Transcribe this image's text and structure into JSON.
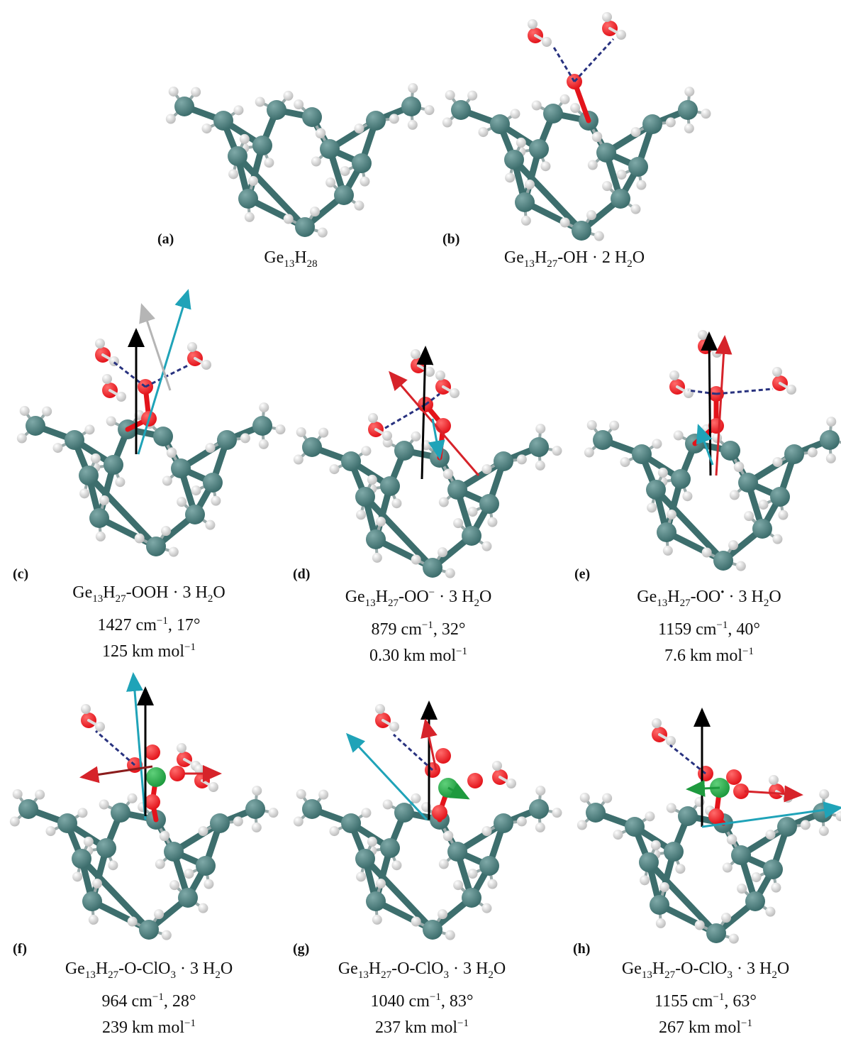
{
  "colors": {
    "germanium": "#3d6e6d",
    "hydrogen": "#eeeeee",
    "oxygen": "#e3141b",
    "chlorine": "#1e9a3e",
    "hbond": "#28327f",
    "vector_black": "#000000",
    "vector_cyan": "#1fa3b8",
    "vector_red": "#d6232a",
    "vector_grey": "#b5b5b5",
    "vector_green": "#1e9a3e"
  },
  "panels": [
    {
      "id": "a",
      "label": "(a)",
      "formula_html": "Ge<sub>13</sub>H<sub>28</sub>",
      "freq": "",
      "intensity": ""
    },
    {
      "id": "b",
      "label": "(b)",
      "formula_html": "Ge<sub>13</sub>H<sub>27</sub>-OH · 2 H<sub>2</sub>O",
      "freq": "",
      "intensity": ""
    },
    {
      "id": "c",
      "label": "(c)",
      "formula_html": "Ge<sub>13</sub>H<sub>27</sub>-OOH · 3 H<sub>2</sub>O",
      "freq_html": "1427 cm<sup>−1</sup>, 17°",
      "intensity_html": "125 km mol<sup>−1</sup>"
    },
    {
      "id": "d",
      "label": "(d)",
      "formula_html": "Ge<sub>13</sub>H<sub>27</sub>-OO<sup>−</sup> · 3 H<sub>2</sub>O",
      "freq_html": "879 cm<sup>−1</sup>, 32°",
      "intensity_html": "0.30 km mol<sup>−1</sup>"
    },
    {
      "id": "e",
      "label": "(e)",
      "formula_html": "Ge<sub>13</sub>H<sub>27</sub>-OO<sup>•</sup> · 3 H<sub>2</sub>O",
      "freq_html": "1159 cm<sup>−1</sup>, 40°",
      "intensity_html": "7.6 km mol<sup>−1</sup>"
    },
    {
      "id": "f",
      "label": "(f)",
      "formula_html": "Ge<sub>13</sub>H<sub>27</sub>-O-ClO<sub>3</sub> · 3 H<sub>2</sub>O",
      "freq_html": "964 cm<sup>−1</sup>, 28°",
      "intensity_html": "239 km mol<sup>−1</sup>"
    },
    {
      "id": "g",
      "label": "(g)",
      "formula_html": "Ge<sub>13</sub>H<sub>27</sub>-O-ClO<sub>3</sub> · 3 H<sub>2</sub>O",
      "freq_html": "1040 cm<sup>−1</sup>, 83°",
      "intensity_html": "237 km mol<sup>−1</sup>"
    },
    {
      "id": "h",
      "label": "(h)",
      "formula_html": "Ge<sub>13</sub>H<sub>27</sub>-O-ClO<sub>3</sub> · 3 H<sub>2</sub>O",
      "freq_html": "1155 cm<sup>−1</sup>, 63°",
      "intensity_html": "267 km mol<sup>−1</sup>"
    }
  ]
}
